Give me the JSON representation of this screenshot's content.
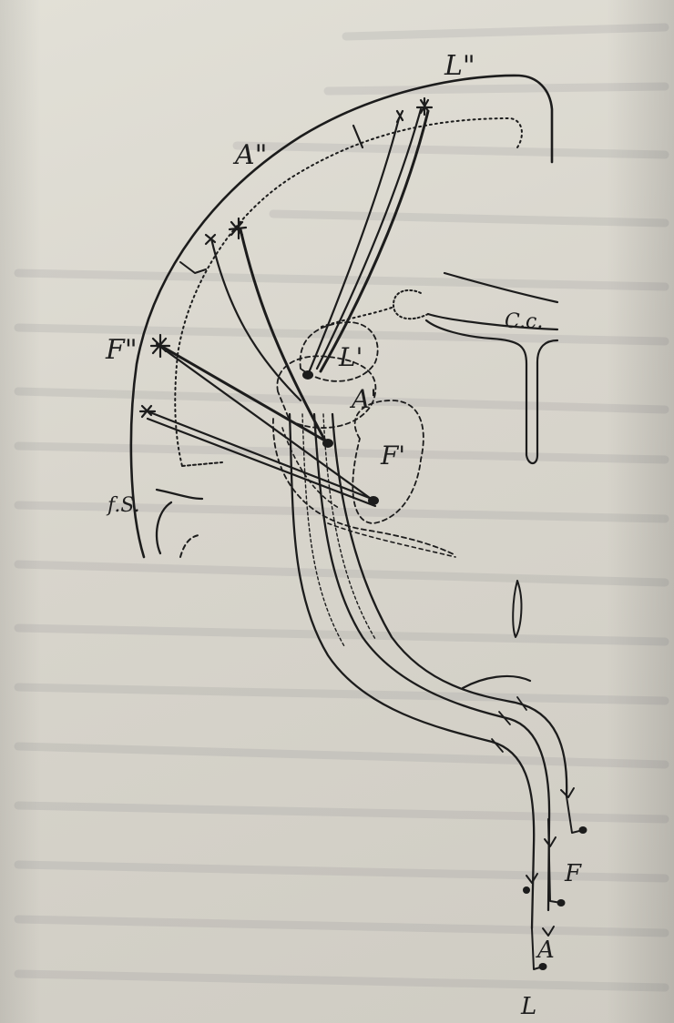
{
  "figure": {
    "labels": {
      "L_cortex": "L\"",
      "A_cortex": "A\"",
      "F_cortex": "F\"",
      "fissure": "f.S.",
      "central_canal": "C.c.",
      "L_nucleus": "L'",
      "A_nucleus": "A'",
      "F_nucleus": "F'",
      "F_root": "F",
      "A_root": "A",
      "L_root": "L"
    }
  }
}
